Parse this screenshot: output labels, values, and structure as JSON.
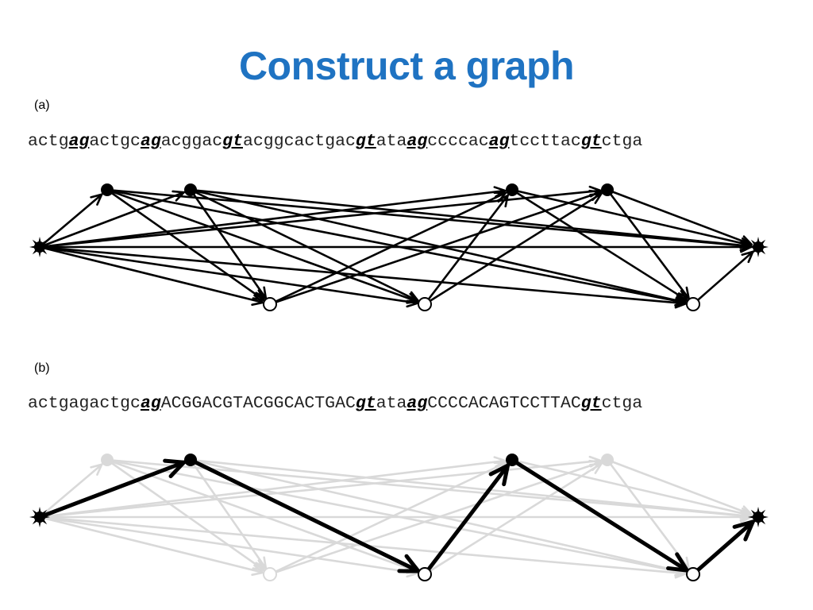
{
  "title": "Construct a graph",
  "panel_a": {
    "label": "(a)",
    "sequence": [
      {
        "t": "actg",
        "m": false
      },
      {
        "t": "ag",
        "m": true
      },
      {
        "t": "actgc",
        "m": false
      },
      {
        "t": "ag",
        "m": true
      },
      {
        "t": "acggac",
        "m": false
      },
      {
        "t": "gt",
        "m": true
      },
      {
        "t": "acggcactgac",
        "m": false
      },
      {
        "t": "gt",
        "m": true
      },
      {
        "t": "ata",
        "m": false
      },
      {
        "t": "ag",
        "m": true
      },
      {
        "t": "ccccac",
        "m": false
      },
      {
        "t": "ag",
        "m": true
      },
      {
        "t": "tccttac",
        "m": false
      },
      {
        "t": "gt",
        "m": true
      },
      {
        "t": "ctga",
        "m": false
      }
    ]
  },
  "panel_b": {
    "label": "(b)",
    "sequence": [
      {
        "t": "actgagactgc",
        "m": false
      },
      {
        "t": "ag",
        "m": true
      },
      {
        "t": "ACGGACGTACGGCACTGAC",
        "m": false
      },
      {
        "t": "gt",
        "m": true
      },
      {
        "t": "ata",
        "m": false
      },
      {
        "t": "ag",
        "m": true
      },
      {
        "t": "CCCCACAGTCCTTAC",
        "m": false
      },
      {
        "t": "gt",
        "m": true
      },
      {
        "t": "ctga",
        "m": false
      }
    ],
    "highlighted_path": [
      "S",
      "A2",
      "D2",
      "A3",
      "D3",
      "E"
    ]
  },
  "graph": {
    "nodes": [
      {
        "id": "S",
        "kind": "terminal"
      },
      {
        "id": "A1",
        "kind": "acceptor"
      },
      {
        "id": "A2",
        "kind": "acceptor"
      },
      {
        "id": "A3",
        "kind": "acceptor"
      },
      {
        "id": "A4",
        "kind": "acceptor"
      },
      {
        "id": "D1",
        "kind": "donor"
      },
      {
        "id": "D2",
        "kind": "donor"
      },
      {
        "id": "D3",
        "kind": "donor"
      },
      {
        "id": "E",
        "kind": "terminal"
      }
    ],
    "edges": [
      [
        "S",
        "A1"
      ],
      [
        "S",
        "A2"
      ],
      [
        "S",
        "A3"
      ],
      [
        "S",
        "A4"
      ],
      [
        "S",
        "D1"
      ],
      [
        "S",
        "D2"
      ],
      [
        "S",
        "D3"
      ],
      [
        "S",
        "E"
      ],
      [
        "A1",
        "D1"
      ],
      [
        "A1",
        "D2"
      ],
      [
        "A1",
        "D3"
      ],
      [
        "A1",
        "E"
      ],
      [
        "A2",
        "D1"
      ],
      [
        "A2",
        "D2"
      ],
      [
        "A2",
        "D3"
      ],
      [
        "A2",
        "E"
      ],
      [
        "A3",
        "D3"
      ],
      [
        "A3",
        "E"
      ],
      [
        "A4",
        "D3"
      ],
      [
        "A4",
        "E"
      ],
      [
        "D1",
        "A3"
      ],
      [
        "D1",
        "A4"
      ],
      [
        "D2",
        "A3"
      ],
      [
        "D2",
        "A4"
      ],
      [
        "D3",
        "E"
      ]
    ]
  },
  "colors": {
    "title": "#1f73c2",
    "edge": "#000000",
    "edge_faded": "#d9d9d9",
    "node_fill_solid": "#000000",
    "node_fill_open": "#ffffff"
  }
}
